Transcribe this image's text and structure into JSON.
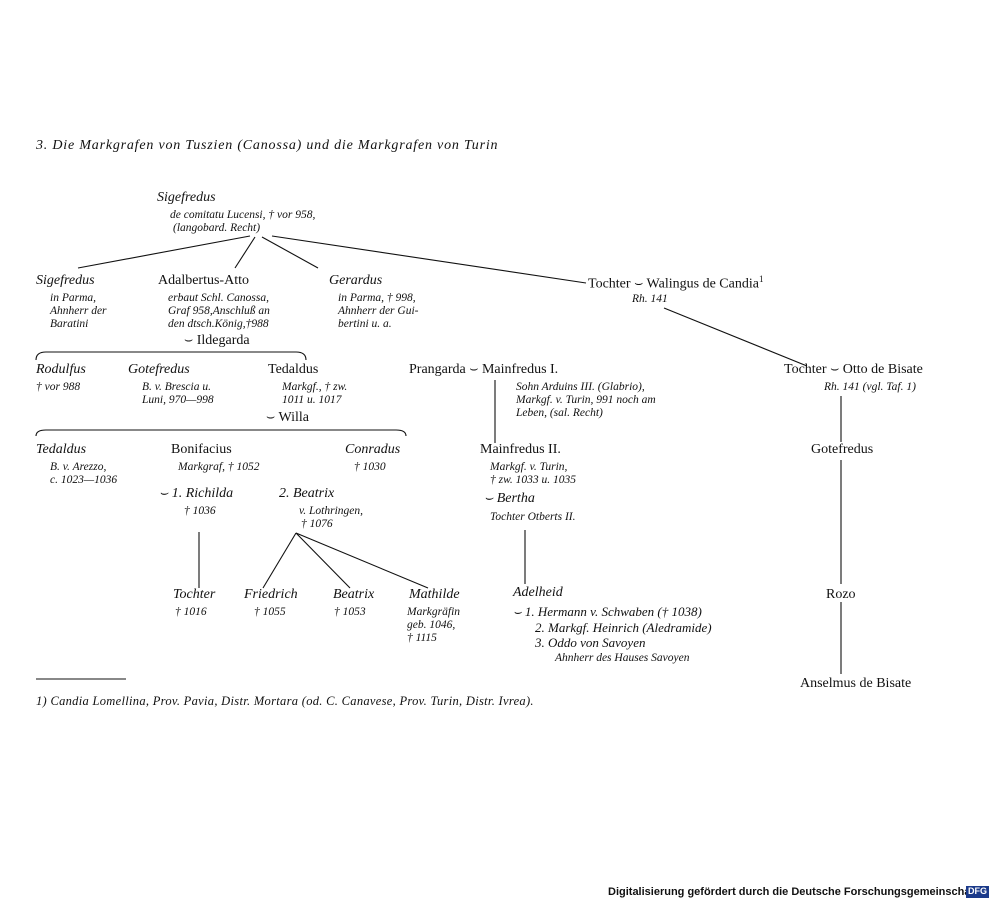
{
  "title": "3. Die Markgrafen von Tuszien (Canossa) und die Markgrafen von Turin",
  "marriage_symbol": "⌣",
  "persons": {
    "sigefredus_root": {
      "name": "Sigefredus",
      "notes": [
        "de comitatu Lucensi, † vor 958,",
        "(langobard. Recht)"
      ]
    },
    "sigefredus_parma": {
      "name": "Sigefredus",
      "notes": [
        "in Parma,",
        "Ahnherr der",
        "Baratini"
      ]
    },
    "adalbertus": {
      "name": "Adalbertus-Atto",
      "notes": [
        "erbaut Schl. Canossa,",
        "Graf 958,Anschluß an",
        "den dtsch.König,†988"
      ],
      "spouse": "Ildegarda"
    },
    "gerardus": {
      "name": "Gerardus",
      "notes": [
        "in Parma, † 998,",
        "Ahnherr der Gui-",
        "bertini u. a."
      ]
    },
    "tochter_walingus": {
      "name": "Tochter",
      "spouse": "Walingus de Candia",
      "footnote_mark": "1",
      "notes": [
        "Rh. 141"
      ]
    },
    "rodulfus": {
      "name": "Rodulfus",
      "notes": [
        "† vor 988"
      ]
    },
    "gotefredus_brescia": {
      "name": "Gotefredus",
      "notes": [
        "B. v. Brescia u.",
        "Luni,  970—998"
      ]
    },
    "tedaldus_markgf": {
      "name": "Tedaldus",
      "notes": [
        "Markgf., † zw.",
        "1011  u.  1017"
      ],
      "spouse": "Willa"
    },
    "prangarda": {
      "name": "Prangarda",
      "spouse": "Mainfredus I.",
      "notes": [
        "Sohn Arduins III. (Glabrio),",
        "Markgf. v. Turin, 991 noch am",
        "Leben, (sal. Recht)"
      ]
    },
    "tochter_otto": {
      "name": "Tochter",
      "spouse": "Otto de Bisate",
      "notes": [
        "Rh. 141  (vgl. Taf. 1)"
      ]
    },
    "tedaldus_arezzo": {
      "name": "Tedaldus",
      "notes": [
        "B. v. Arezzo,",
        "c. 1023—1036"
      ]
    },
    "bonifacius": {
      "name": "Bonifacius",
      "notes": [
        "Markgraf, † 1052"
      ],
      "spouse1": "1. Richilda",
      "spouse1_note": "† 1036",
      "spouse2": "2. Beatrix",
      "spouse2_notes": [
        "v. Lothringen,",
        "† 1076"
      ]
    },
    "conradus": {
      "name": "Conradus",
      "notes": [
        "† 1030"
      ]
    },
    "mainfredus_ii": {
      "name": "Mainfredus II.",
      "notes": [
        "Markgf. v. Turin,",
        "† zw. 1033 u. 1035"
      ],
      "spouse": "Bertha",
      "spouse_note": "Tochter Otberts II."
    },
    "gotefredus_bisate": {
      "name": "Gotefredus"
    },
    "tochter_bonif": {
      "name": "Tochter",
      "notes": [
        "† 1016"
      ]
    },
    "friedrich": {
      "name": "Friedrich",
      "notes": [
        "† 1055"
      ]
    },
    "beatrix_jr": {
      "name": "Beatrix",
      "notes": [
        "† 1053"
      ]
    },
    "mathilde": {
      "name": "Mathilde",
      "notes": [
        "Markgräfin",
        "geb. 1046,",
        "† 1115"
      ]
    },
    "adelheid": {
      "name": "Adelheid",
      "marriages": [
        "1. Hermann v. Schwaben († 1038)",
        "2. Markgf. Heinrich (Aledramide)",
        "3. Oddo von Savoyen"
      ],
      "note": "Ahnherr des Hauses Savoyen"
    },
    "rozo": {
      "name": "Rozo"
    },
    "anselmus": {
      "name": "Anselmus de Bisate"
    }
  },
  "footnote": "1)  Candia Lomellina,  Prov.  Pavia,  Distr. Mortara  (od. C. Canavese,  Prov. Turin,  Distr. Ivrea).",
  "credit": "Digitalisierung gefördert durch die Deutsche Forschungsgemeinschaft ·",
  "credit_logo": "DFG"
}
